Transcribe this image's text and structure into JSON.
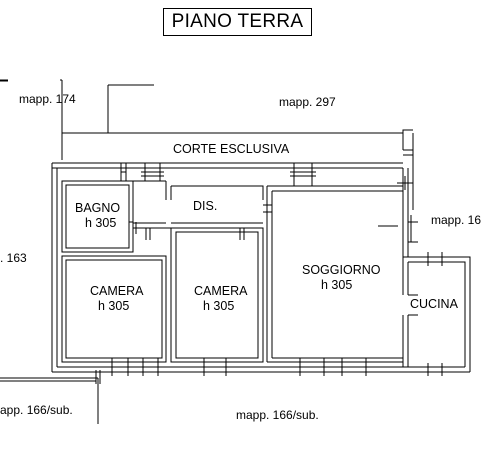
{
  "title": "PIANO TERRA",
  "neighbors": {
    "top_left": "mapp. 174",
    "top_right": "mapp. 297",
    "left": ". 163",
    "right": "mapp. 16",
    "bottom_left": "app. 166/sub.",
    "bottom_center": "mapp. 166/sub."
  },
  "courtyard": "CORTE ESCLUSIVA",
  "rooms": {
    "bagno": {
      "name": "BAGNO",
      "height": "h 305"
    },
    "dis": {
      "name": "DIS."
    },
    "camera1": {
      "name": "CAMERA",
      "height": "h 305"
    },
    "camera2": {
      "name": "CAMERA",
      "height": "h 305"
    },
    "soggiorno": {
      "name": "SOGGIORNO",
      "height": "h 305"
    },
    "cucina": {
      "name": "CUCINA"
    }
  }
}
